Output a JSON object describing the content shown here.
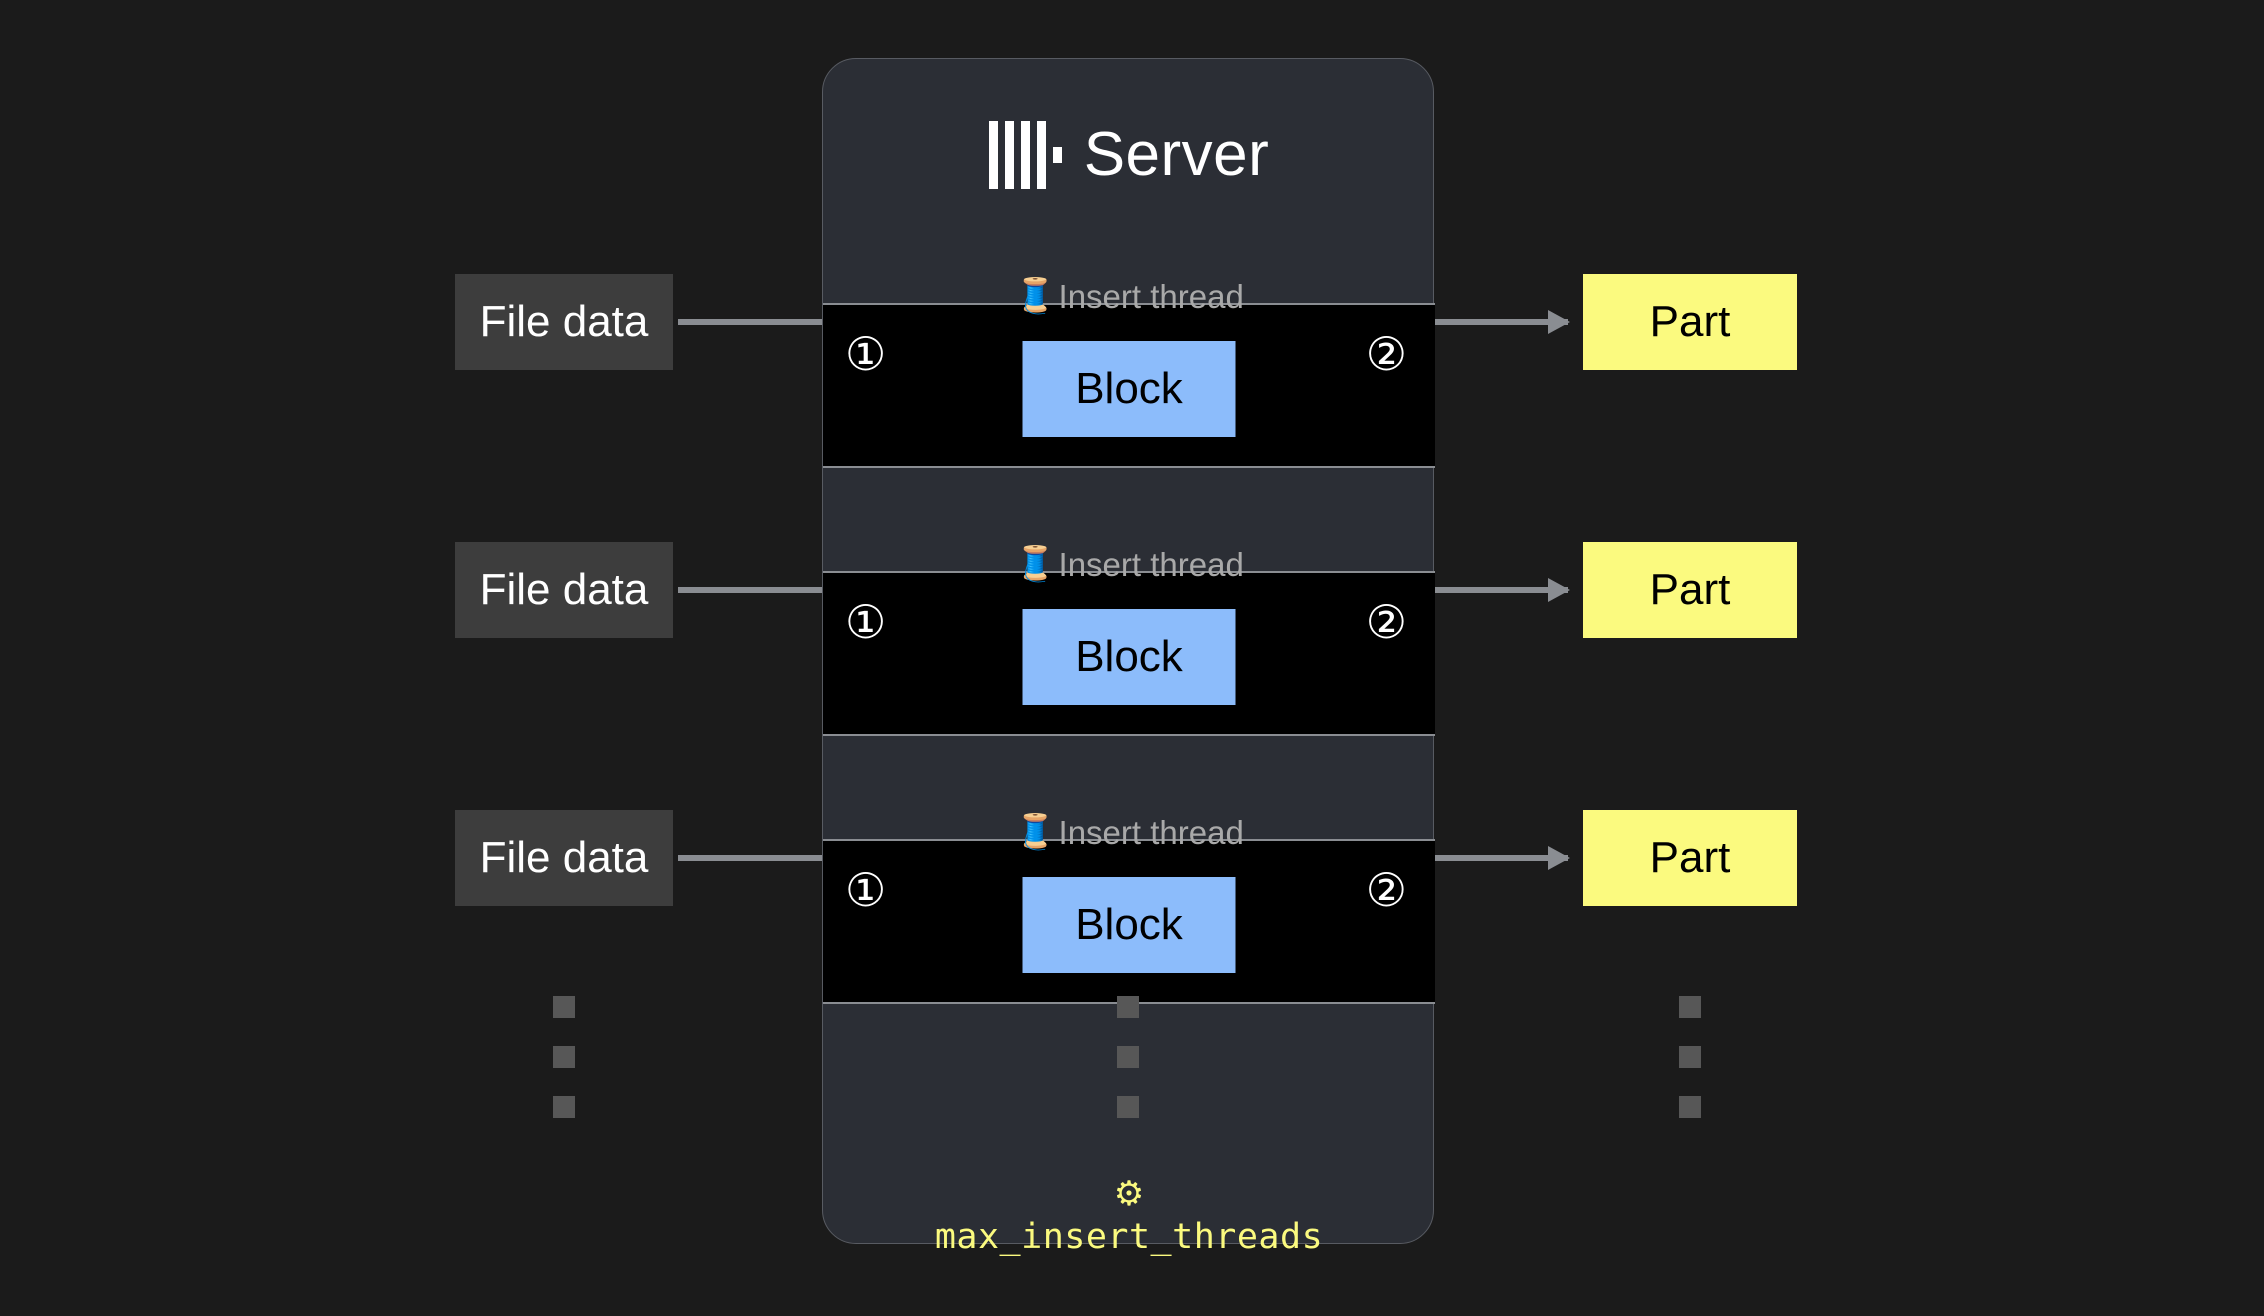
{
  "canvas": {
    "background_color": "#1b1b1b"
  },
  "server": {
    "title": "Server",
    "logo_icon": "clickhouse-logo-icon",
    "panel_color": "#2b2e35",
    "border_color": "#585b62",
    "setting": {
      "gear_icon": "⚙",
      "name": "max_insert_threads",
      "color": "#fbfa7f"
    }
  },
  "rows": [
    {
      "thread": {
        "icon": "🧵",
        "label": "Insert thread",
        "label_color": "#a9a9a9",
        "band_color": "#000000"
      },
      "step_in": "①",
      "step_out": "②",
      "file_label": "File data",
      "block_label": "Block",
      "part_label": "Part"
    },
    {
      "thread": {
        "icon": "🧵",
        "label": "Insert thread",
        "label_color": "#a9a9a9",
        "band_color": "#000000"
      },
      "step_in": "①",
      "step_out": "②",
      "file_label": "File data",
      "block_label": "Block",
      "part_label": "Part"
    },
    {
      "thread": {
        "icon": "🧵",
        "label": "Insert thread",
        "label_color": "#a9a9a9",
        "band_color": "#000000"
      },
      "step_in": "①",
      "step_out": "②",
      "file_label": "File data",
      "block_label": "Block",
      "part_label": "Part"
    }
  ],
  "colors": {
    "block_fill": "#8cbcfb",
    "part_fill": "#fbfa7f",
    "file_fill": "#3d3d3d",
    "arrow": "#8a8d92",
    "dots": "#575757"
  },
  "ellipsis": {
    "dot_count": 3
  }
}
